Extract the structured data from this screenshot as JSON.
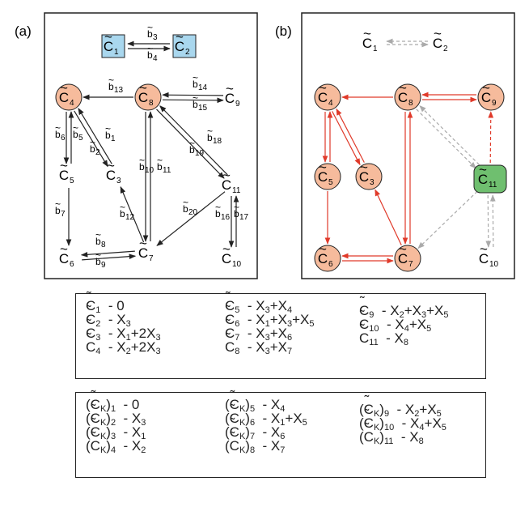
{
  "panels": {
    "a": {
      "label": "(a)"
    },
    "b": {
      "label": "(b)"
    }
  },
  "colors": {
    "blue_node": "#a9d7ee",
    "orange_node": "#f6bb9c",
    "green_node": "#6fbf6f",
    "red_edge": "#e03a2a",
    "gray_edge": "#aaaaaa",
    "black_edge": "#222222"
  },
  "graph_a": {
    "nodes": [
      {
        "id": "C1",
        "label": "C",
        "sub": "1",
        "style": "blue"
      },
      {
        "id": "C2",
        "label": "C",
        "sub": "2",
        "style": "blue"
      },
      {
        "id": "C4",
        "label": "C",
        "sub": "4",
        "style": "orange"
      },
      {
        "id": "C8",
        "label": "C",
        "sub": "8",
        "style": "orange"
      },
      {
        "id": "C9",
        "label": "C",
        "sub": "9",
        "style": "plain"
      },
      {
        "id": "C5",
        "label": "C",
        "sub": "5",
        "style": "plain"
      },
      {
        "id": "C3",
        "label": "C",
        "sub": "3",
        "style": "plain"
      },
      {
        "id": "C11",
        "label": "C",
        "sub": "11",
        "style": "plain"
      },
      {
        "id": "C6",
        "label": "C",
        "sub": "6",
        "style": "plain"
      },
      {
        "id": "C7",
        "label": "C",
        "sub": "7",
        "style": "plain"
      },
      {
        "id": "C10",
        "label": "C",
        "sub": "10",
        "style": "plain"
      }
    ],
    "edges": [
      {
        "label": "b",
        "sub": "3"
      },
      {
        "label": "b",
        "sub": "4"
      },
      {
        "label": "b",
        "sub": "13"
      },
      {
        "label": "b",
        "sub": "14"
      },
      {
        "label": "b",
        "sub": "15"
      },
      {
        "label": "b",
        "sub": "6"
      },
      {
        "label": "b",
        "sub": "5"
      },
      {
        "label": "b",
        "sub": "1"
      },
      {
        "label": "b",
        "sub": "2"
      },
      {
        "label": "b",
        "sub": "18"
      },
      {
        "label": "b",
        "sub": "19"
      },
      {
        "label": "b",
        "sub": "10"
      },
      {
        "label": "b",
        "sub": "11"
      },
      {
        "label": "b",
        "sub": "7"
      },
      {
        "label": "b",
        "sub": "20"
      },
      {
        "label": "b",
        "sub": "12"
      },
      {
        "label": "b",
        "sub": "16"
      },
      {
        "label": "b",
        "sub": "17"
      },
      {
        "label": "b",
        "sub": "8"
      },
      {
        "label": "b",
        "sub": "9"
      }
    ]
  },
  "graph_b": {
    "nodes": [
      {
        "id": "C1",
        "label": "C",
        "sub": "1",
        "style": "plain"
      },
      {
        "id": "C2",
        "label": "C",
        "sub": "2",
        "style": "plain"
      },
      {
        "id": "C4",
        "label": "C",
        "sub": "4",
        "style": "orange"
      },
      {
        "id": "C8",
        "label": "C",
        "sub": "8",
        "style": "orange"
      },
      {
        "id": "C9",
        "label": "C",
        "sub": "9",
        "style": "orange"
      },
      {
        "id": "C5",
        "label": "C",
        "sub": "5",
        "style": "orange"
      },
      {
        "id": "C3",
        "label": "C",
        "sub": "3",
        "style": "orange"
      },
      {
        "id": "C11",
        "label": "C",
        "sub": "11",
        "style": "green"
      },
      {
        "id": "C6",
        "label": "C",
        "sub": "6",
        "style": "orange"
      },
      {
        "id": "C7",
        "label": "C",
        "sub": "7",
        "style": "orange"
      },
      {
        "id": "C10",
        "label": "C",
        "sub": "10",
        "style": "plain"
      }
    ]
  },
  "table1": {
    "columns": [
      [
        {
          "sub": "1",
          "value": "0"
        },
        {
          "sub": "2",
          "value": "X3"
        },
        {
          "sub": "3",
          "value": "X1+2X3"
        },
        {
          "sub": "4",
          "value": "X2+2X3"
        }
      ],
      [
        {
          "sub": "5",
          "value": "X3+X4"
        },
        {
          "sub": "6",
          "value": "X1+X3+X5"
        },
        {
          "sub": "7",
          "value": "X3+X6"
        },
        {
          "sub": "8",
          "value": "X3+X7"
        }
      ],
      [
        {
          "sub": "9",
          "value": "X2+X3+X5"
        },
        {
          "sub": "10",
          "value": "X4+X5"
        },
        {
          "sub": "11",
          "value": "X8"
        }
      ]
    ]
  },
  "table2": {
    "columns": [
      [
        {
          "sub": "1",
          "value": "0"
        },
        {
          "sub": "2",
          "value": "X3"
        },
        {
          "sub": "3",
          "value": "X1"
        },
        {
          "sub": "4",
          "value": "X2"
        }
      ],
      [
        {
          "sub": "5",
          "value": "X4"
        },
        {
          "sub": "6",
          "value": "X1+X5"
        },
        {
          "sub": "7",
          "value": "X6"
        },
        {
          "sub": "8",
          "value": "X7"
        }
      ],
      [
        {
          "sub": "9",
          "value": "X2+X5"
        },
        {
          "sub": "10",
          "value": "X4+X5"
        },
        {
          "sub": "11",
          "value": "X8"
        }
      ]
    ]
  }
}
